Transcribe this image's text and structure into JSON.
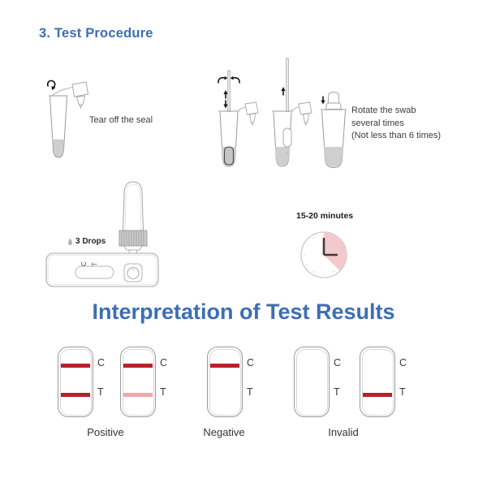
{
  "headings": {
    "section": "3. Test Procedure",
    "results_title": "Interpretation of Test Results"
  },
  "steps": {
    "step1_caption": "Tear off the seal",
    "step2_caption": [
      "Rotate the swab",
      "several times",
      "(Not less than 6 times)"
    ],
    "step3_drops_label": "3 Drops",
    "step4_timer_label": "15-20 minutes"
  },
  "cassette_labels": {
    "c": "C",
    "t": "T"
  },
  "results": [
    {
      "label": "Positive",
      "cassettes": [
        {
          "c_line": "strong",
          "t_line": "strong"
        },
        {
          "c_line": "strong",
          "t_line": "faint"
        }
      ]
    },
    {
      "label": "Negative",
      "cassettes": [
        {
          "c_line": "strong",
          "t_line": "none"
        }
      ]
    },
    {
      "label": "Invalid",
      "cassettes": [
        {
          "c_line": "none",
          "t_line": "none"
        },
        {
          "c_line": "none",
          "t_line": "strong"
        }
      ]
    }
  ],
  "colors": {
    "heading_blue": "#3d6eb5",
    "line_strong": "#b7222a",
    "line_faint": "#f4a6ac",
    "timer_wedge": "#f2c9cc",
    "liquid_gray": "#cfcfcf"
  }
}
